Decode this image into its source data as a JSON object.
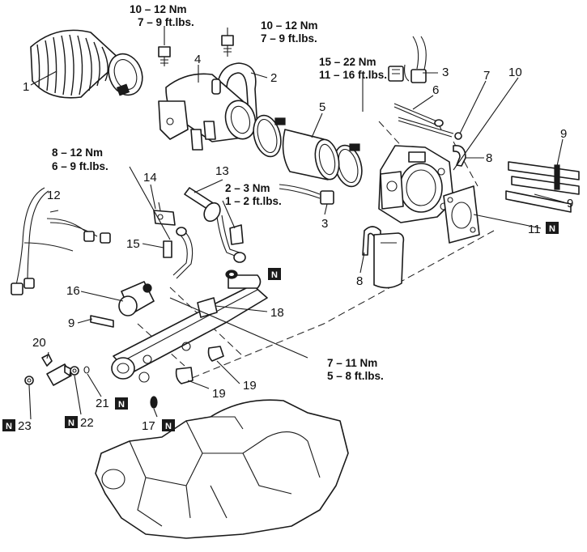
{
  "torque_specs": {
    "t1": {
      "nm": "10 – 12 Nm",
      "ftlbs": "7 – 9 ft.lbs."
    },
    "t2": {
      "nm": "10 – 12 Nm",
      "ftlbs": "7 – 9 ft.lbs."
    },
    "t3": {
      "nm": "15 – 22 Nm",
      "ftlbs": "11 – 16 ft.lbs."
    },
    "t4": {
      "nm": "8 – 12 Nm",
      "ftlbs": "6 – 9 ft.lbs."
    },
    "t5": {
      "nm": "2 – 3 Nm",
      "ftlbs": "1 – 2 ft.lbs."
    },
    "t6": {
      "nm": "7 – 11 Nm",
      "ftlbs": "5 – 8 ft.lbs."
    }
  },
  "callouts": {
    "c1": "1",
    "c2": "2",
    "c3a": "3",
    "c3b": "3",
    "c4": "4",
    "c5": "5",
    "c6": "6",
    "c7": "7",
    "c8a": "8",
    "c8b": "8",
    "c9a": "9",
    "c9b": "9",
    "c9c": "9",
    "c10": "10",
    "c11": "11",
    "c12": "12",
    "c13": "13",
    "c14": "14",
    "c15": "15",
    "c16": "16",
    "c17": "17",
    "c18": "18",
    "c19a": "19",
    "c19b": "19",
    "c20": "20",
    "c21": "21",
    "c22": "22",
    "c23": "23"
  },
  "new_part_badge": "N"
}
